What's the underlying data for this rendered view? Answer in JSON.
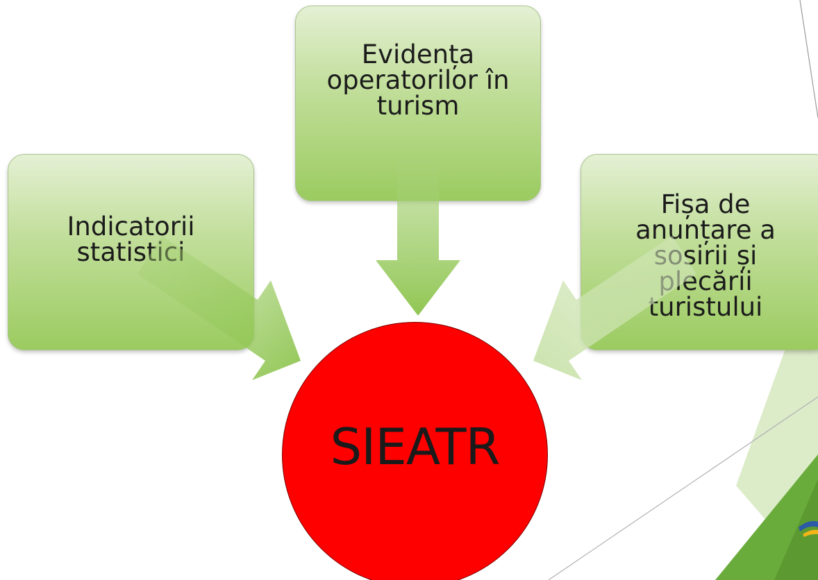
{
  "diagram": {
    "center": {
      "label": "SIEATR",
      "color": "#ff0000"
    },
    "boxes": [
      {
        "id": "top",
        "lines": [
          "Evidența",
          "operatorilor în",
          "turism"
        ]
      },
      {
        "id": "left",
        "lines": [
          "Indicatorii",
          "statistici"
        ]
      },
      {
        "id": "right",
        "lines": [
          "Fișa de",
          "anunțare a",
          "sosirii și",
          "plecării",
          "turistului"
        ]
      }
    ],
    "colors": {
      "box_fill_top": "#e4f0d4",
      "box_fill_bottom": "#9bcb60",
      "arrow": "#8bc34a",
      "accent_green": "#6aac3c",
      "accent_light_green": "#d9e8c4"
    }
  }
}
